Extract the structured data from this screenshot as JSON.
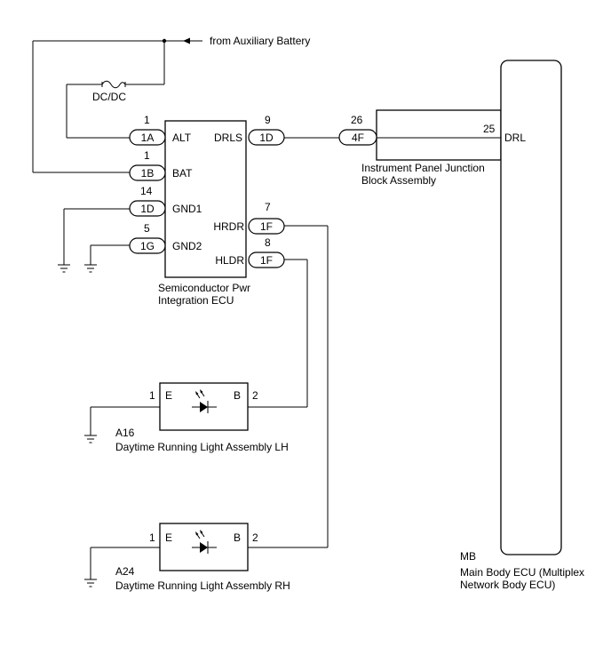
{
  "header": {
    "source_label": "from Auxiliary Battery",
    "fuse_label": "DC/DC"
  },
  "ecu": {
    "name_line1": "Semiconductor Pwr",
    "name_line2": "Integration ECU",
    "pins": {
      "alt": {
        "pin": "1",
        "connector": "1A",
        "name": "ALT"
      },
      "bat": {
        "pin": "1",
        "connector": "1B",
        "name": "BAT"
      },
      "gnd1": {
        "pin": "14",
        "connector": "1D",
        "name": "GND1"
      },
      "gnd2": {
        "pin": "5",
        "connector": "1G",
        "name": "GND2"
      },
      "drls": {
        "pin": "9",
        "connector": "1D",
        "name": "DRLS"
      },
      "hrdr": {
        "pin": "7",
        "connector": "1F",
        "name": "HRDR"
      },
      "hldr": {
        "pin": "8",
        "connector": "1F",
        "name": "HLDR"
      }
    }
  },
  "junction": {
    "pin": "26",
    "connector": "4F",
    "name_line1": "Instrument Panel Junction",
    "name_line2": "Block Assembly"
  },
  "main_body_ecu": {
    "pin": "25",
    "pin_name": "DRL",
    "code": "MB",
    "name_line1": "Main Body ECU (Multiplex",
    "name_line2": "Network Body ECU)"
  },
  "lamp_lh": {
    "code": "A16",
    "name": "Daytime Running Light Assembly LH",
    "pin_e": "1",
    "label_e": "E",
    "pin_b": "2",
    "label_b": "B"
  },
  "lamp_rh": {
    "code": "A24",
    "name": "Daytime Running Light Assembly RH",
    "pin_e": "1",
    "label_e": "E",
    "pin_b": "2",
    "label_b": "B"
  }
}
